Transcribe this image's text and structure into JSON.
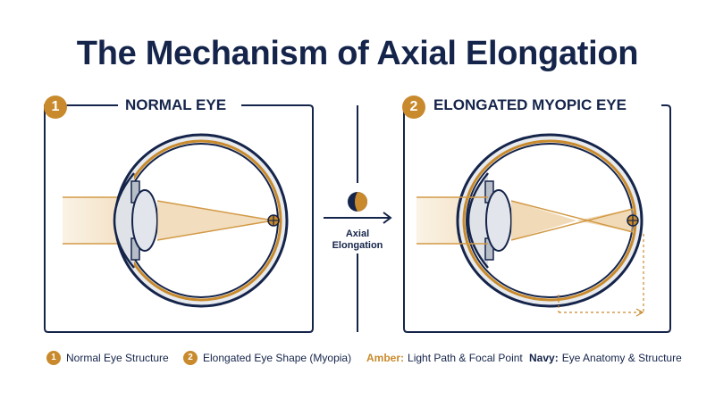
{
  "title": "The Mechanism of Axial Elongation",
  "panels": [
    {
      "number": "1",
      "label": "NORMAL EYE"
    },
    {
      "number": "2",
      "label": "ELONGATED MYOPIC EYE"
    }
  ],
  "center": {
    "line1": "Axial",
    "line2": "Elongation"
  },
  "legend": [
    {
      "number": "1",
      "text": "Normal Eye Structure"
    },
    {
      "number": "2",
      "text": "Elongated Eye Shape (Myopia)"
    },
    {
      "key": "Amber:",
      "text": "Light Path & Focal Point"
    },
    {
      "key": "Navy:",
      "text": "Eye Anatomy & Structure"
    }
  ],
  "colors": {
    "navy": "#15244a",
    "amber": "#c88a2c",
    "grey": "#d9dde3"
  }
}
